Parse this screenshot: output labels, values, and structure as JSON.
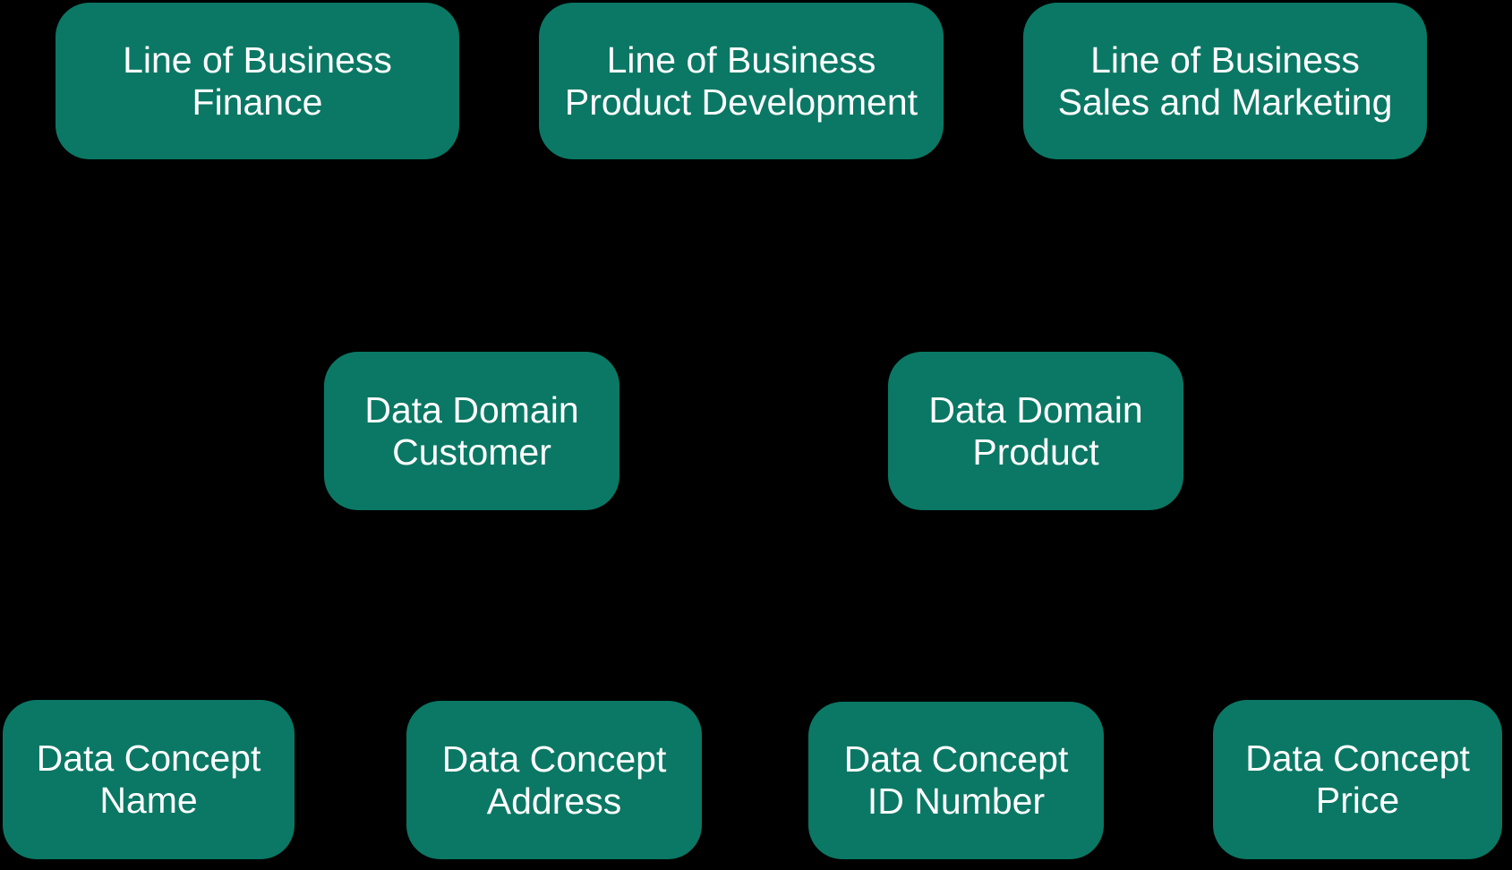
{
  "theme": {
    "canvas_background": "#000000",
    "node_fill": "#0a7864",
    "node_text_color": "#ffffff"
  },
  "diagram": {
    "rows": [
      {
        "level": "lines-of-business"
      },
      {
        "level": "data-domains"
      },
      {
        "level": "data-concepts"
      }
    ]
  },
  "nodes": {
    "lob_finance": {
      "label": "Line of Business\nFinance"
    },
    "lob_product_development": {
      "label": "Line of Business\nProduct Development"
    },
    "lob_sales_marketing": {
      "label": "Line of Business\nSales and Marketing"
    },
    "dd_customer": {
      "label": "Data Domain\nCustomer"
    },
    "dd_product": {
      "label": "Data Domain\nProduct"
    },
    "dc_name": {
      "label": "Data Concept\nName"
    },
    "dc_address": {
      "label": "Data Concept\nAddress"
    },
    "dc_id_number": {
      "label": "Data Concept\nID Number"
    },
    "dc_price": {
      "label": "Data Concept\nPrice"
    }
  }
}
